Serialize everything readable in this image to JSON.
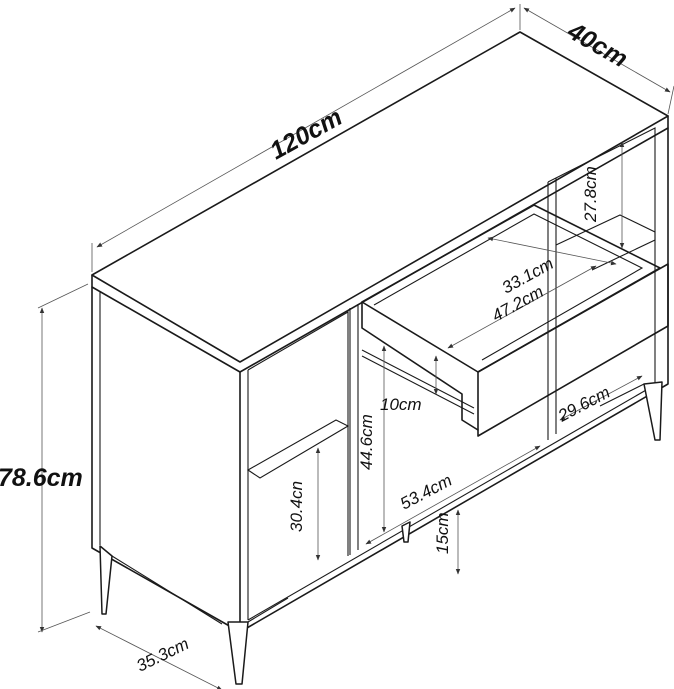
{
  "dimensions": {
    "width": "120cm",
    "depth": "40cm",
    "height": "78.6cm",
    "leg_depth": "35.3cm",
    "left_shelf_height": "30.4cn",
    "center_height": "44.6cm",
    "center_width": "53.4cm",
    "leg_height": "15cm",
    "drawer_height": "10cm",
    "drawer_inner_depth": "33.1cm",
    "drawer_inner_width": "47.2cm",
    "right_upper_height": "27.8cm",
    "right_lower_width": "29.6cm"
  }
}
